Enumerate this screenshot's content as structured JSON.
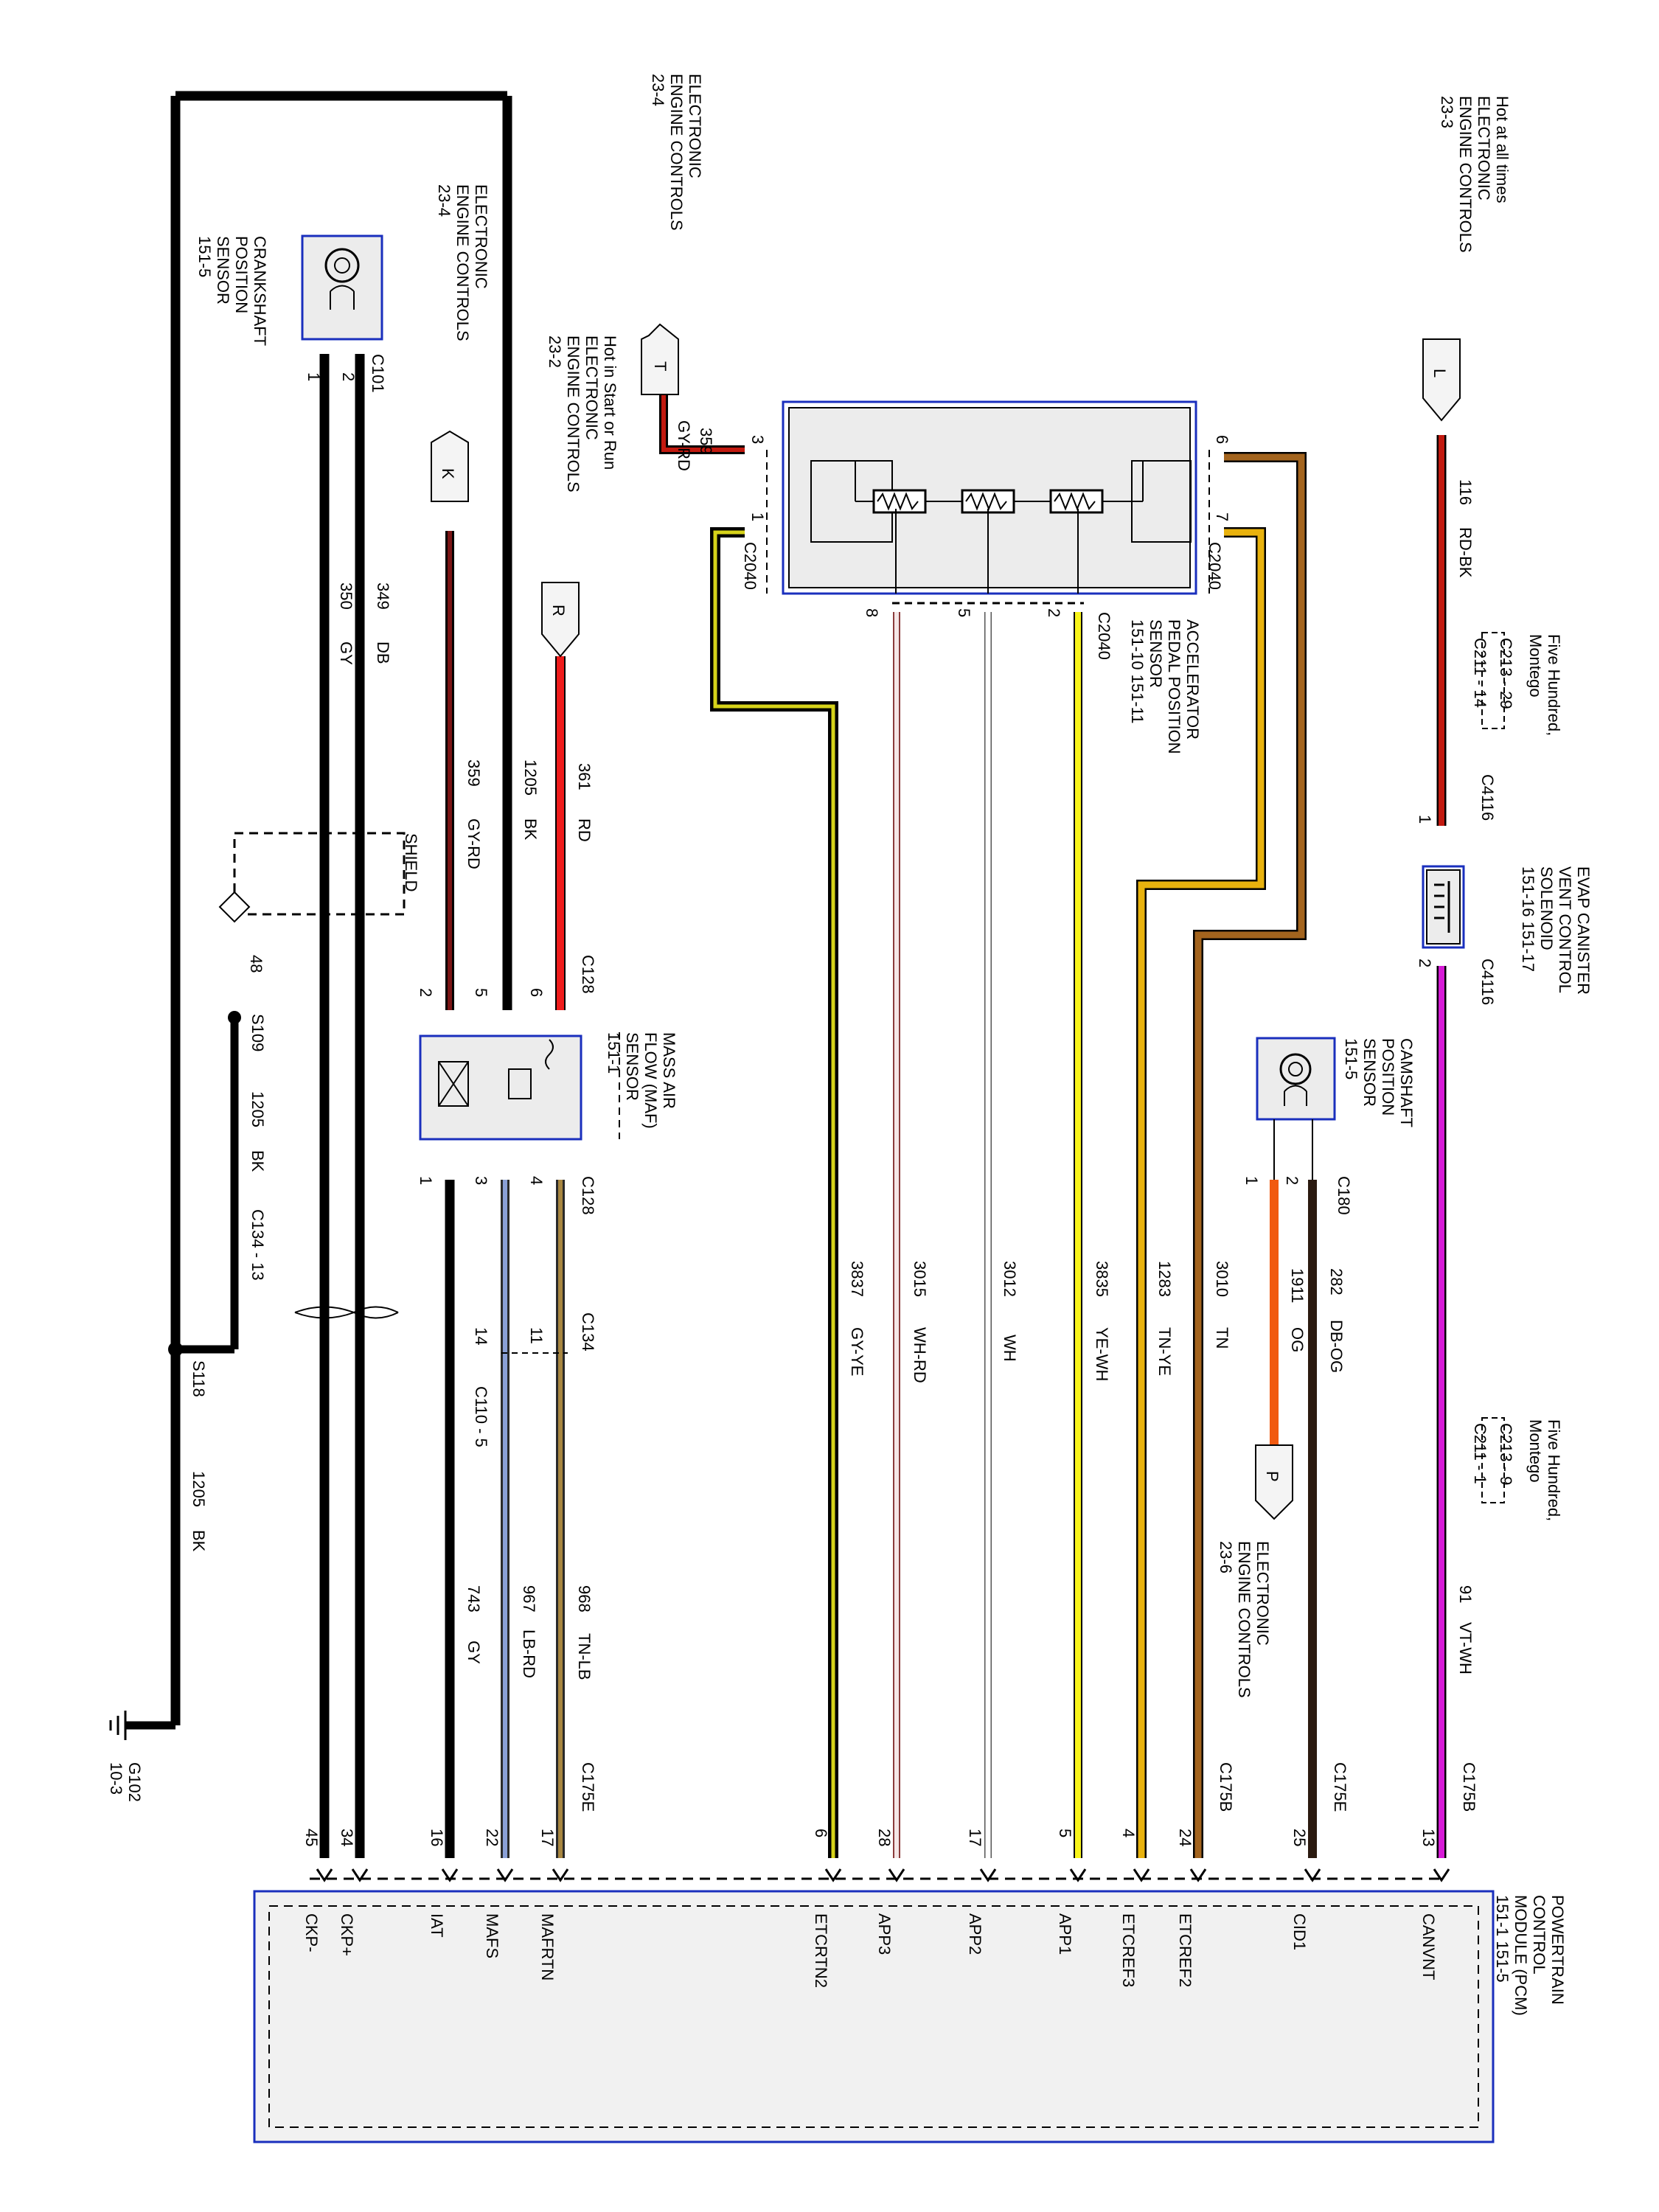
{
  "pcm": {
    "lines": [
      "POWERTRAIN",
      "CONTROL",
      "MODULE (PCM)",
      "151-1   151-5"
    ],
    "pins": [
      {
        "num": "13",
        "name": "CANVNT"
      },
      {
        "num": "25",
        "name": "CID1"
      },
      {
        "num": "24",
        "name": "ETCREF2"
      },
      {
        "num": "4",
        "name": "ETCREF3"
      },
      {
        "num": "5",
        "name": "APP1"
      },
      {
        "num": "17",
        "name": "APP2"
      },
      {
        "num": "28",
        "name": "APP3"
      },
      {
        "num": "6",
        "name": "ETCRTN2"
      },
      {
        "num": "17",
        "name": "MAFRTN"
      },
      {
        "num": "22",
        "name": "MAFS"
      },
      {
        "num": "16",
        "name": "IAT"
      },
      {
        "num": "34",
        "name": "CKP+"
      },
      {
        "num": "45",
        "name": "CKP-"
      }
    ],
    "connectors": [
      "C175B",
      "C175E",
      "C175B",
      "C175E"
    ]
  },
  "wires": [
    {
      "circuit": "116",
      "color": "RD-BK"
    },
    {
      "circuit": "91",
      "color": "VT-WH"
    },
    {
      "circuit": "282",
      "color": "DB-OG"
    },
    {
      "circuit": "1911",
      "color": "OG"
    },
    {
      "circuit": "3010",
      "color": "TN"
    },
    {
      "circuit": "1283",
      "color": "TN-YE"
    },
    {
      "circuit": "3835",
      "color": "YE-WH"
    },
    {
      "circuit": "3012",
      "color": "WH"
    },
    {
      "circuit": "3015",
      "color": "WH-RD"
    },
    {
      "circuit": "3837",
      "color": "GY-YE"
    },
    {
      "circuit": "359",
      "color": "GY-RD"
    },
    {
      "circuit": "361",
      "color": "RD"
    },
    {
      "circuit": "1205",
      "color": "BK"
    },
    {
      "circuit": "359",
      "color": "GY-RD"
    },
    {
      "circuit": "968",
      "color": "TN-LB"
    },
    {
      "circuit": "967",
      "color": "LB-RD"
    },
    {
      "circuit": "743",
      "color": "GY"
    },
    {
      "circuit": "349",
      "color": "DB"
    },
    {
      "circuit": "350",
      "color": "GY"
    },
    {
      "circuit": "1205",
      "color": "BK"
    },
    {
      "circuit": "1205",
      "color": "BK"
    }
  ],
  "refs": {
    "l_lines": [
      "Hot at all times",
      "ELECTRONIC",
      "ENGINE CONTROLS",
      "23-3"
    ],
    "l_letter": "L",
    "t_lines": [
      "ELECTRONIC",
      "ENGINE CONTROLS",
      "23-4"
    ],
    "t_letter": "T",
    "r_lines": [
      "Hot in Start or Run",
      "ELECTRONIC",
      "ENGINE CONTROLS",
      "23-2"
    ],
    "r_letter": "R",
    "k_lines": [
      "ELECTRONIC",
      "ENGINE CONTROLS",
      "23-4"
    ],
    "k_letter": "K",
    "p_lines": [
      "ELECTRONIC",
      "ENGINE CONTROLS",
      "23-6"
    ],
    "p_letter": "P"
  },
  "components": {
    "app_lines": [
      "ACCELERATOR",
      "PEDAL POSITION",
      "SENSOR",
      "151-10   151-11"
    ],
    "evap_lines": [
      "EVAP CANISTER",
      "VENT CONTROL",
      "SOLENOID",
      "151-16  151-17"
    ],
    "cmp_lines": [
      "CAMSHAFT",
      "POSITION",
      "SENSOR",
      "151-5"
    ],
    "maf_lines": [
      "MASS AIR",
      "FLOW (MAF)",
      "SENSOR",
      "151-1"
    ],
    "ckp_lines": [
      "CRANKSHAFT",
      "POSITION",
      "SENSOR",
      "151-5"
    ]
  },
  "conn": {
    "c2040": "C2040",
    "c4116": "C4116",
    "c211_14": "C211 - 14",
    "c213_29": "C213 - 29",
    "c211_1": "C211 - 1",
    "c213_9": "C213 - 9",
    "five_hundred": "Five Hundred,",
    "montego": "Montego",
    "c180": "C180",
    "c128": "C128",
    "c134": "C134",
    "c134_13": "C134 - 13",
    "c110_5": "C110 - 5",
    "c101": "C101",
    "shield": "SHIELD",
    "s109": "S109",
    "s118": "S118",
    "g102": "G102",
    "g102_ref": "10-3"
  },
  "pinnums": {
    "app": [
      "6",
      "3",
      "7",
      "1",
      "8",
      "5",
      "2"
    ],
    "evap": [
      "1",
      "2"
    ],
    "cmp": [
      "1",
      "2"
    ],
    "maf": [
      "6",
      "5",
      "2",
      "4",
      "3",
      "1"
    ],
    "c134": [
      "11",
      "14"
    ],
    "ckp": [
      "2",
      "1"
    ],
    "splice": "48"
  }
}
